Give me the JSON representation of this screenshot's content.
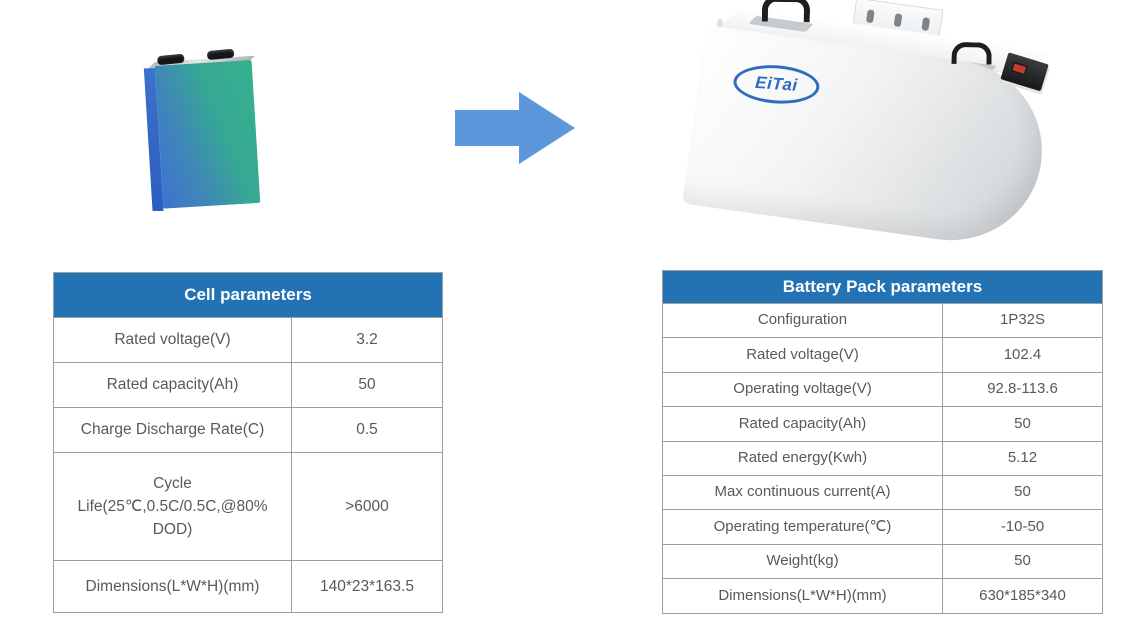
{
  "page": {
    "background": "#ffffff"
  },
  "hero": {
    "cell_image": {
      "description": "prismatic LFP battery cell",
      "front_gradient_blue": "#3d74cf",
      "front_gradient_green": "#35b18d",
      "side_color": "#2c5dc0",
      "terminal_color": "#141619"
    },
    "arrow": {
      "direction": "right",
      "color": "#5b97da"
    },
    "pack_image": {
      "description": "wall-mount battery pack",
      "logo_text": "EiTai",
      "logo_color": "#2f6bbf",
      "body_color": "#eef0f1",
      "connector_accent": "#c23b2e"
    }
  },
  "colors": {
    "table_header_bg": "#2272b4",
    "table_header_text": "#ffffff",
    "table_border": "#9e9e9e",
    "table_text": "#595959"
  },
  "cell_table": {
    "title": "Cell parameters",
    "rows": [
      {
        "label": "Rated voltage(V)",
        "value": "3.2"
      },
      {
        "label": "Rated capacity(Ah)",
        "value": "50"
      },
      {
        "label": "Charge Discharge Rate(C)",
        "value": "0.5"
      },
      {
        "label": "Cycle Life(25℃,0.5C/0.5C,@80% DOD)",
        "value": ">6000"
      },
      {
        "label": "Dimensions(L*W*H)(mm)",
        "value": "140*23*163.5"
      }
    ]
  },
  "pack_table": {
    "title": "Battery Pack parameters",
    "rows": [
      {
        "label": "Configuration",
        "value": "1P32S"
      },
      {
        "label": "Rated voltage(V)",
        "value": "102.4"
      },
      {
        "label": "Operating voltage(V)",
        "value": "92.8-113.6"
      },
      {
        "label": "Rated capacity(Ah)",
        "value": "50"
      },
      {
        "label": "Rated energy(Kwh)",
        "value": "5.12"
      },
      {
        "label": "Max continuous current(A)",
        "value": "50"
      },
      {
        "label": "Operating temperature(℃)",
        "value": "-10-50"
      },
      {
        "label": "Weight(kg)",
        "value": "50"
      },
      {
        "label": "Dimensions(L*W*H)(mm)",
        "value": "630*185*340"
      }
    ]
  }
}
